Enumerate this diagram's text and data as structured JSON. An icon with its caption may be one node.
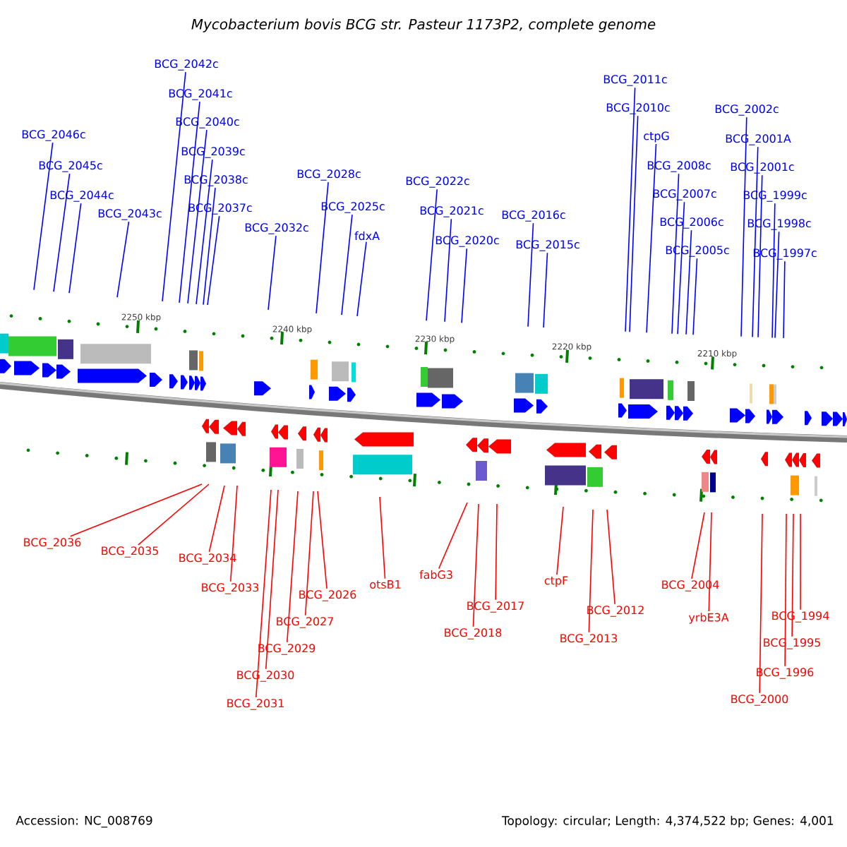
{
  "diagram": {
    "title": "Mycobacterium bovis BCG str. Pasteur 1173P2, complete genome",
    "nodes": [
      {
        "text": [
          "BCG_2046c"
        ]
      },
      {
        "text": [
          "BCG_2045c"
        ]
      },
      {
        "text": [
          "BCG_2044c"
        ]
      },
      {
        "text": [
          "BCG_2043c"
        ]
      },
      {
        "text": [
          "BCG_2042c"
        ]
      },
      {
        "text": [
          "BCG_2041c"
        ]
      },
      {
        "text": [
          "BCG_2040c"
        ]
      },
      {
        "text": [
          "BCG_2039c"
        ]
      },
      {
        "text": [
          "BCG_2038c"
        ]
      },
      {
        "text": [
          "BCG_2037c"
        ]
      },
      {
        "text": [
          "BCG_2032c"
        ]
      },
      {
        "text": [
          "BCG_2028c"
        ]
      },
      {
        "text": [
          "BCG_2025c"
        ]
      },
      {
        "text": [
          "fdxA"
        ]
      },
      {
        "text": [
          "BCG_2022c"
        ]
      },
      {
        "text": [
          "BCG_2021c"
        ]
      },
      {
        "text": [
          "BCG_2020c"
        ]
      },
      {
        "text": [
          "BCG_2016c"
        ]
      },
      {
        "text": [
          "BCG_2015c"
        ]
      },
      {
        "text": [
          "BCG_2011c"
        ]
      },
      {
        "text": [
          "BCG_2010c"
        ]
      },
      {
        "text": [
          "ctpG"
        ]
      },
      {
        "text": [
          "BCG_2008c"
        ]
      },
      {
        "text": [
          "BCG_2007c"
        ]
      },
      {
        "text": [
          "BCG_2006c"
        ]
      },
      {
        "text": [
          "BCG_2005c"
        ]
      },
      {
        "text": [
          "BCG_2002c"
        ]
      },
      {
        "text": [
          "BCG_2001A"
        ]
      },
      {
        "text": [
          "BCG_2001c"
        ]
      },
      {
        "text": [
          "BCG_1999c"
        ]
      },
      {
        "text": [
          "BCG_1998c"
        ]
      },
      {
        "text": [
          "BCG_1997c"
        ]
      },
      {
        "text": [
          "BCG_2036"
        ]
      },
      {
        "text": [
          "BCG_2035"
        ]
      },
      {
        "text": [
          "BCG_2034"
        ]
      },
      {
        "text": [
          "BCG_2033"
        ]
      },
      {
        "text": [
          "BCG_2031"
        ]
      },
      {
        "text": [
          "BCG_2030"
        ]
      },
      {
        "text": [
          "BCG_2029"
        ]
      },
      {
        "text": [
          "BCG_2027"
        ]
      },
      {
        "text": [
          "BCG_2026"
        ]
      },
      {
        "text": [
          "otsB1"
        ]
      },
      {
        "text": [
          "fabG3"
        ]
      },
      {
        "text": [
          "BCG_2018"
        ]
      },
      {
        "text": [
          "BCG_2017"
        ]
      },
      {
        "text": [
          "ctpF"
        ]
      },
      {
        "text": [
          "BCG_2013"
        ]
      },
      {
        "text": [
          "BCG_2012"
        ]
      },
      {
        "text": [
          "BCG_2004"
        ]
      },
      {
        "text": [
          "yrbE3A"
        ]
      },
      {
        "text": [
          "BCG_2000"
        ]
      },
      {
        "text": [
          "BCG_1996"
        ]
      },
      {
        "text": [
          "BCG_1995"
        ]
      },
      {
        "text": [
          "BCG_1994"
        ]
      }
    ],
    "edges": [
      {
        "from": 0,
        "to": null,
        "arrow": "none"
      },
      {
        "from": 1,
        "to": null,
        "arrow": "none"
      },
      {
        "from": 2,
        "to": null,
        "arrow": "none"
      },
      {
        "from": 3,
        "to": null,
        "arrow": "none"
      },
      {
        "from": 4,
        "to": null,
        "arrow": "none"
      },
      {
        "from": 5,
        "to": null,
        "arrow": "none"
      },
      {
        "from": 6,
        "to": null,
        "arrow": "none"
      },
      {
        "from": 7,
        "to": null,
        "arrow": "none"
      },
      {
        "from": 8,
        "to": null,
        "arrow": "none"
      },
      {
        "from": 9,
        "to": null,
        "arrow": "none"
      },
      {
        "from": 10,
        "to": null,
        "arrow": "none"
      },
      {
        "from": 11,
        "to": null,
        "arrow": "none"
      },
      {
        "from": 12,
        "to": null,
        "arrow": "none"
      },
      {
        "from": 13,
        "to": null,
        "arrow": "none"
      },
      {
        "from": 14,
        "to": null,
        "arrow": "none"
      },
      {
        "from": 15,
        "to": null,
        "arrow": "none"
      },
      {
        "from": 16,
        "to": null,
        "arrow": "none"
      },
      {
        "from": 17,
        "to": null,
        "arrow": "none"
      },
      {
        "from": 18,
        "to": null,
        "arrow": "none"
      },
      {
        "from": 19,
        "to": null,
        "arrow": "none"
      },
      {
        "from": 20,
        "to": null,
        "arrow": "none"
      },
      {
        "from": 21,
        "to": null,
        "arrow": "none"
      },
      {
        "from": 22,
        "to": null,
        "arrow": "none"
      },
      {
        "from": 23,
        "to": null,
        "arrow": "none"
      },
      {
        "from": 24,
        "to": null,
        "arrow": "none"
      },
      {
        "from": 25,
        "to": null,
        "arrow": "none"
      },
      {
        "from": 26,
        "to": null,
        "arrow": "none"
      },
      {
        "from": 27,
        "to": null,
        "arrow": "none"
      },
      {
        "from": 28,
        "to": null,
        "arrow": "none"
      },
      {
        "from": 29,
        "to": null,
        "arrow": "none"
      },
      {
        "from": 30,
        "to": null,
        "arrow": "none"
      },
      {
        "from": 31,
        "to": null,
        "arrow": "none"
      },
      {
        "from": 32,
        "to": null,
        "arrow": "none",
        "color": "#ff0000"
      },
      {
        "from": 33,
        "to": null,
        "arrow": "none",
        "color": "#ff0000"
      },
      {
        "from": 34,
        "to": null,
        "arrow": "none",
        "color": "#ff0000"
      },
      {
        "from": 35,
        "to": null,
        "arrow": "none",
        "color": "#ff0000"
      },
      {
        "from": 36,
        "to": null,
        "arrow": "none",
        "color": "#ff0000"
      },
      {
        "from": 37,
        "to": null,
        "arrow": "none",
        "color": "#ff0000"
      },
      {
        "from": 38,
        "to": null,
        "arrow": "none",
        "color": "#ff0000"
      },
      {
        "from": 39,
        "to": null,
        "arrow": "none",
        "color": "#ff0000"
      },
      {
        "from": 40,
        "to": null,
        "arrow": "none",
        "color": "#ff0000"
      },
      {
        "from": 41,
        "to": null,
        "arrow": "none",
        "color": "#ff0000"
      },
      {
        "from": 42,
        "to": null,
        "arrow": "none",
        "color": "#ff0000"
      },
      {
        "from": 43,
        "to": null,
        "arrow": "none",
        "color": "#ff0000"
      },
      {
        "from": 44,
        "to": null,
        "arrow": "none",
        "color": "#ff0000"
      },
      {
        "from": 45,
        "to": null,
        "arrow": "none",
        "color": "#ff0000"
      },
      {
        "from": 46,
        "to": null,
        "arrow": "none",
        "color": "#ff0000"
      },
      {
        "from": 47,
        "to": null,
        "arrow": "none",
        "color": "#ff0000"
      },
      {
        "from": 48,
        "to": null,
        "arrow": "none",
        "color": "#ff0000"
      },
      {
        "from": 49,
        "to": null,
        "arrow": "none",
        "color": "#ff0000"
      },
      {
        "from": 50,
        "to": null,
        "arrow": "none",
        "color": "#ff0000"
      },
      {
        "from": 51,
        "to": null,
        "arrow": "none",
        "color": "#ff0000"
      },
      {
        "from": 52,
        "to": null,
        "arrow": "none",
        "color": "#ff0000"
      },
      {
        "from": 53,
        "to": null,
        "arrow": "none",
        "color": "#ff0000"
      }
    ],
    "labels": [
      "2250 kbp",
      "2240 kbp",
      "2230 kbp",
      "2220 kbp",
      "2210 kbp",
      "Accession: NC_008769",
      "Topology: circular; Length: 4,374,522 bp; Genes: 4,001"
    ]
  }
}
